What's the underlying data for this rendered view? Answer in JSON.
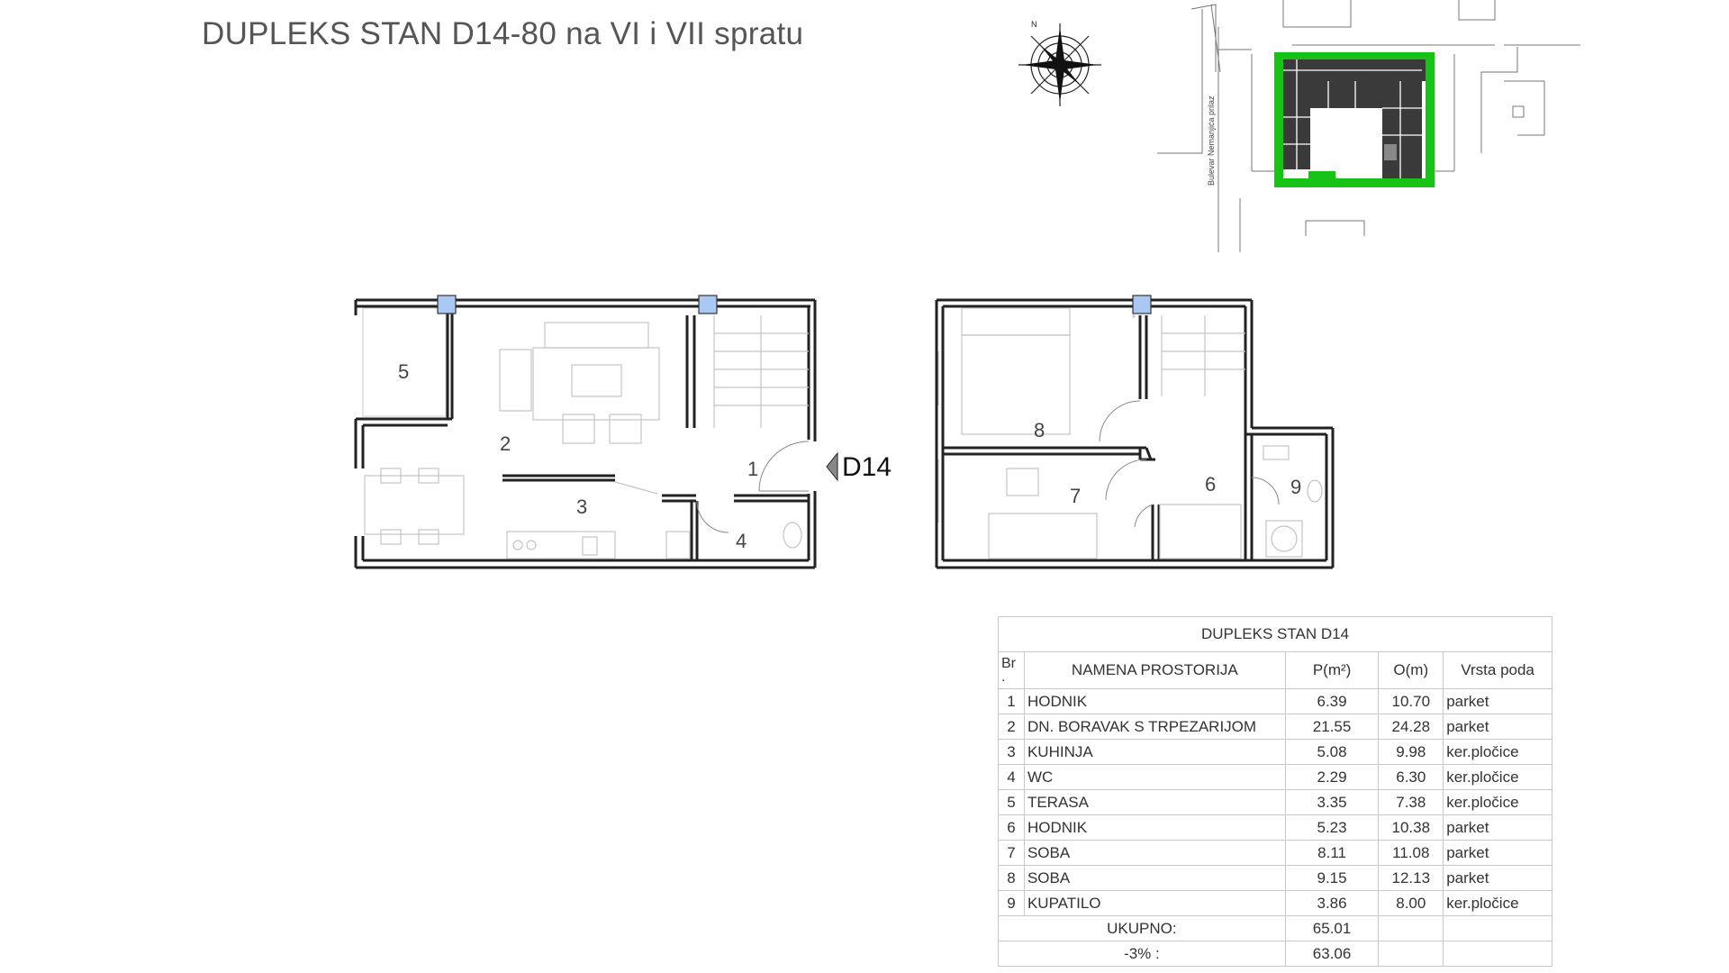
{
  "title": "DUPLEKS STAN D14-80 na VI i VII spratu",
  "unit_label": "D14",
  "street_label": "Bulevar Nemanjića prilaz",
  "floor_plan_ground": {
    "rooms": [
      {
        "number": "1"
      },
      {
        "number": "2"
      },
      {
        "number": "3"
      },
      {
        "number": "4"
      },
      {
        "number": "5"
      }
    ]
  },
  "floor_plan_upper": {
    "rooms": [
      {
        "number": "6"
      },
      {
        "number": "7"
      },
      {
        "number": "8"
      },
      {
        "number": "9"
      }
    ]
  },
  "colors": {
    "greenery": "#17c217",
    "column": "#a9c9f2",
    "walls": "#222222"
  },
  "table": {
    "caption": "DUPLEKS STAN D14",
    "headers": {
      "br": "Br",
      "br2": ".",
      "name": "NAMENA PROSTORIJA",
      "area": "P(m²)",
      "perimeter": "O(m)",
      "floor": "Vrsta poda"
    },
    "rows": [
      {
        "br": "1",
        "name": "HODNIK",
        "area": "6.39",
        "perimeter": "10.70",
        "floor": "parket"
      },
      {
        "br": "2",
        "name": "DN. BORAVAK S TRPEZARIJOM",
        "area": "21.55",
        "perimeter": "24.28",
        "floor": "parket"
      },
      {
        "br": "3",
        "name": "KUHINJA",
        "area": "5.08",
        "perimeter": "9.98",
        "floor": "ker.pločice"
      },
      {
        "br": "4",
        "name": "WC",
        "area": "2.29",
        "perimeter": "6.30",
        "floor": "ker.pločice"
      },
      {
        "br": "5",
        "name": "TERASA",
        "area": "3.35",
        "perimeter": "7.38",
        "floor": "ker.pločice"
      },
      {
        "br": "6",
        "name": "HODNIK",
        "area": "5.23",
        "perimeter": "10.38",
        "floor": "parket"
      },
      {
        "br": "7",
        "name": "SOBA",
        "area": "8.11",
        "perimeter": "11.08",
        "floor": "parket"
      },
      {
        "br": "8",
        "name": "SOBA",
        "area": "9.15",
        "perimeter": "12.13",
        "floor": "parket"
      },
      {
        "br": "9",
        "name": "KUPATILO",
        "area": "3.86",
        "perimeter": "8.00",
        "floor": "ker.pločice"
      }
    ],
    "total_label": "UKUPNO:",
    "total_value": "65.01",
    "reduced_label": "-3% :",
    "reduced_value": "63.06"
  }
}
